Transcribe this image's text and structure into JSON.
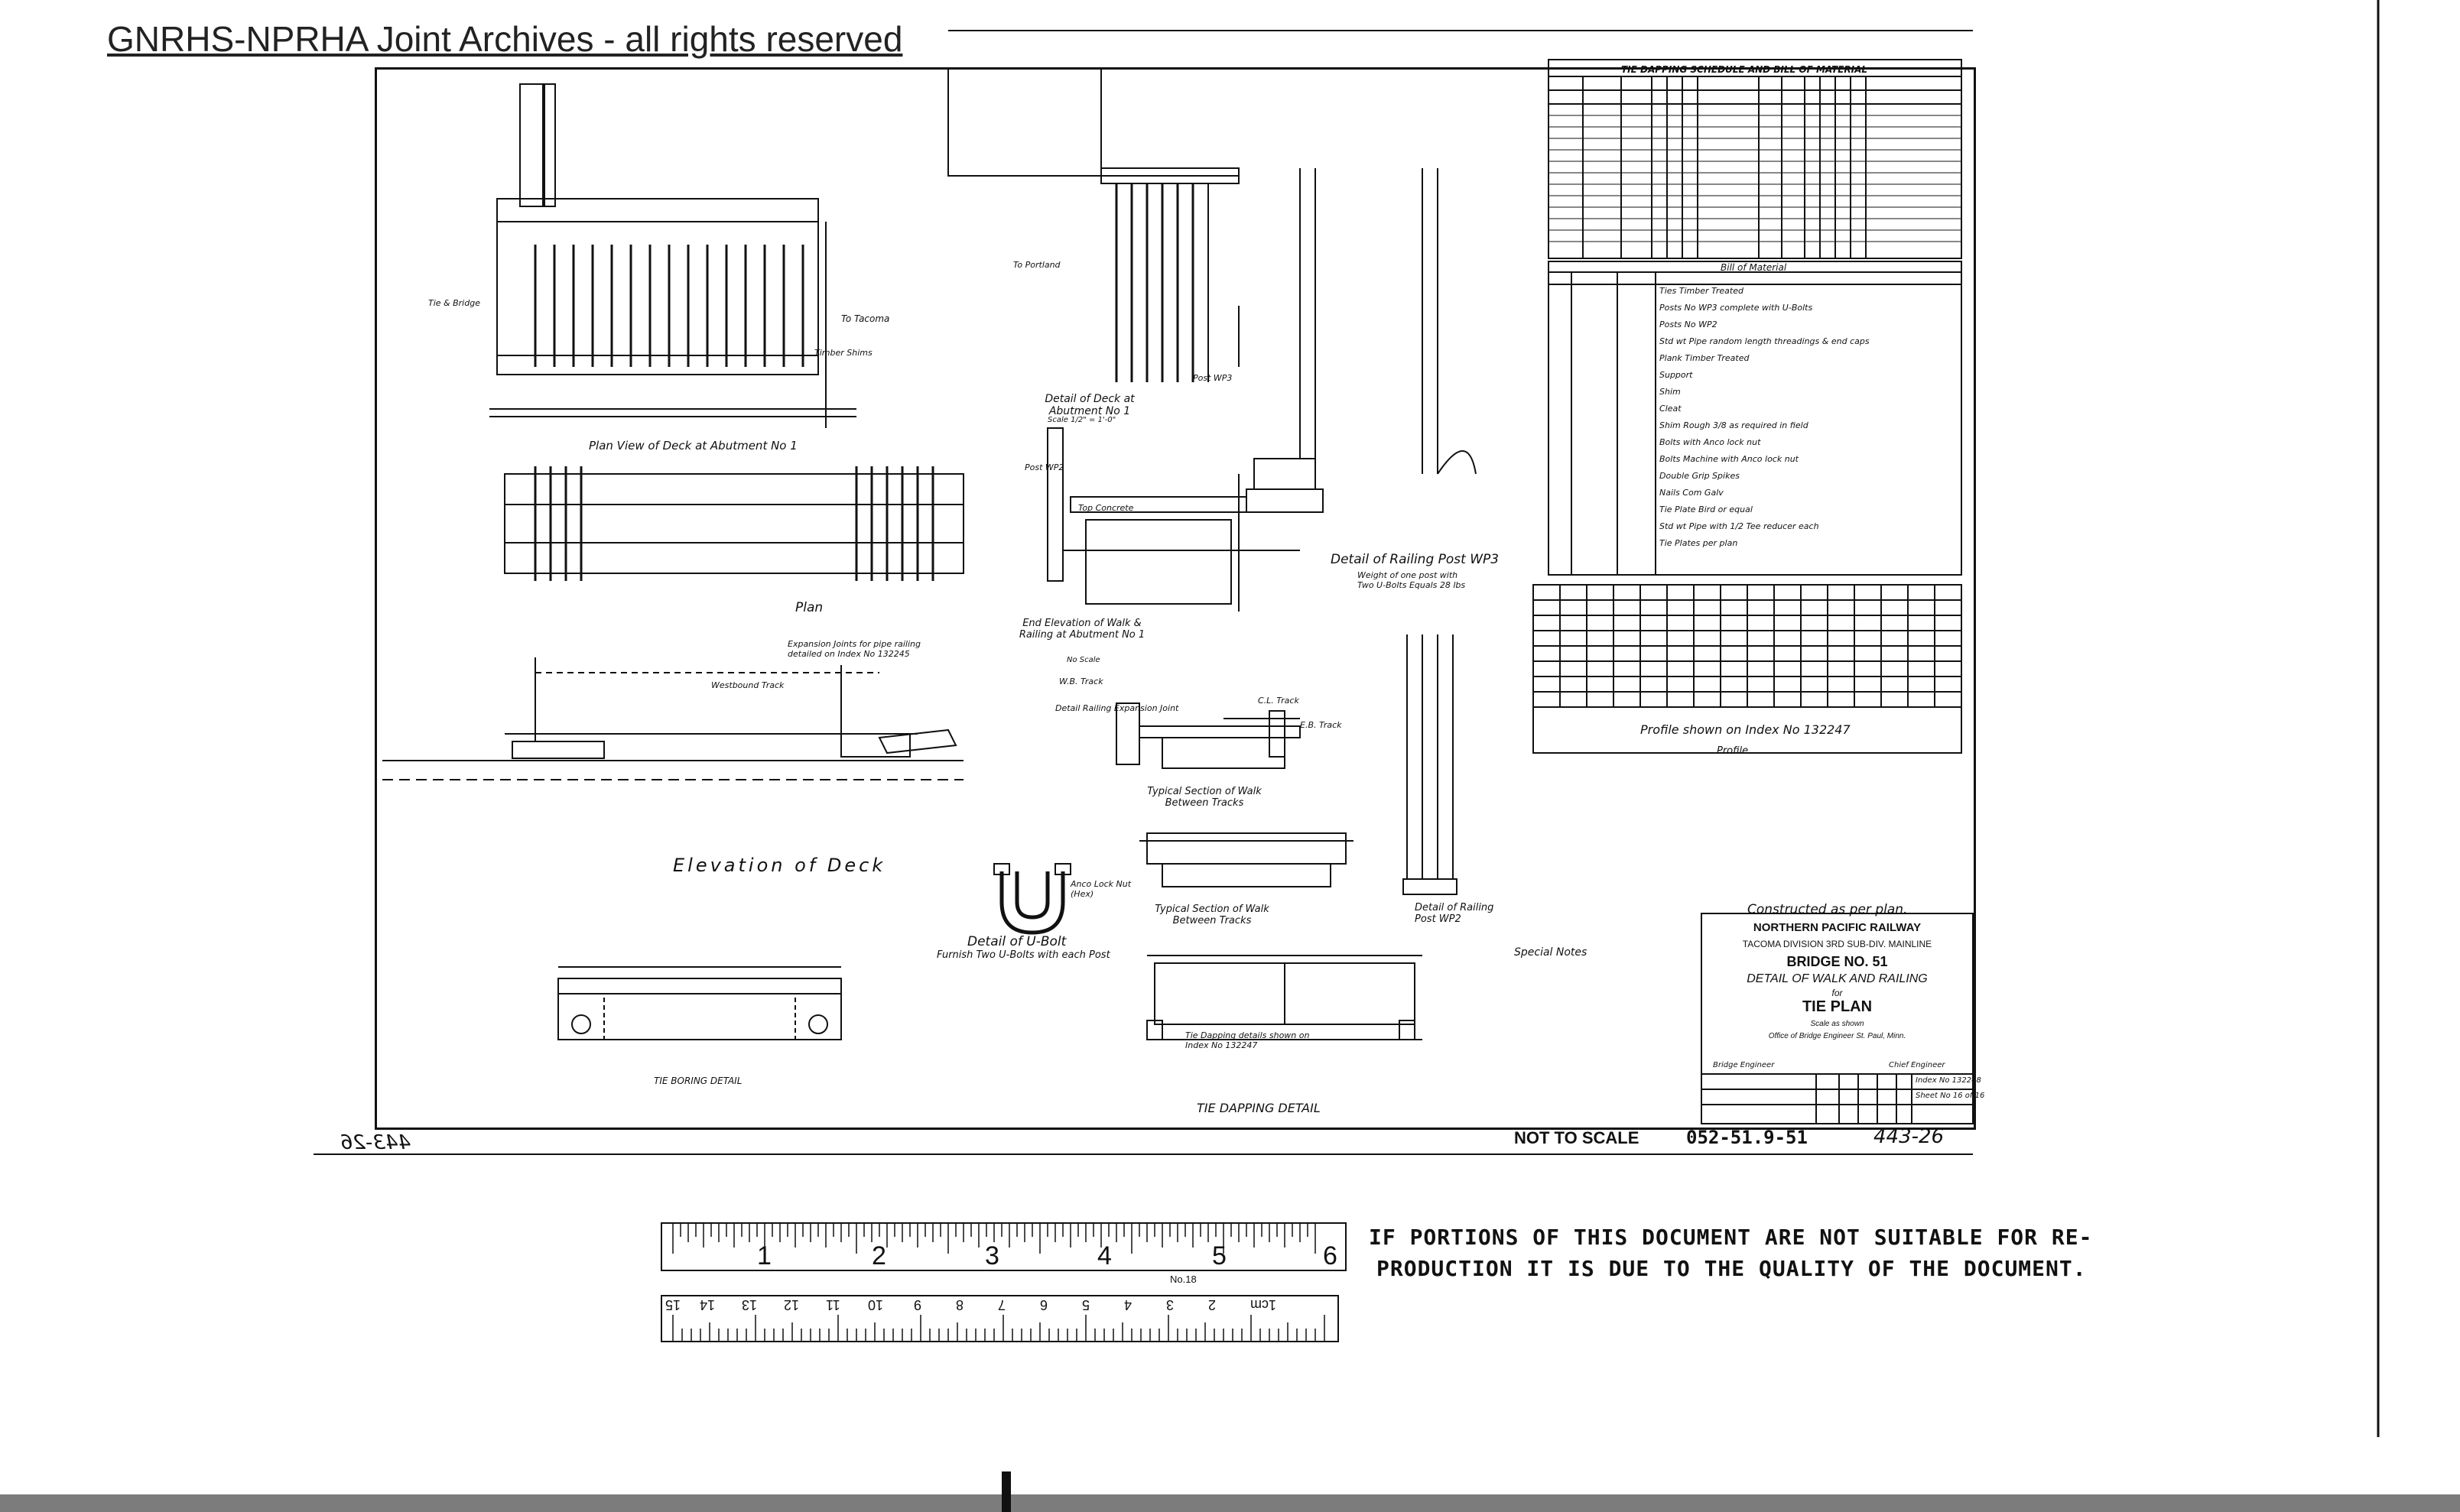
{
  "watermark": "GNRHS-NPRHA Joint Archives - all rights reserved",
  "titles": {
    "plan_view": "Plan View of Deck at Abutment No 1",
    "plan": "Plan",
    "elevation": "Elevation of Deck",
    "detail_deck": "Detail of Deck at Abutment No 1",
    "end_elevation": "End Elevation of Walk & Railing at Abutment No 1",
    "typical_section_walk": "Typical Section of Walk Between Tracks",
    "typical_section_walk2": "Typical Section of Walk Between Tracks",
    "detail_railing_wp3": "Detail of Railing Post WP3",
    "detail_railing_wp2": "Detail of Railing Post WP2",
    "detail_ubolt": "Detail of U-Bolt",
    "ubolt_note": "Furnish Two U-Bolts with each Post",
    "tie_boring": "TIE BORING DETAIL",
    "tie_dapping": "TIE DAPPING DETAIL",
    "special_notes": "Special Notes",
    "profile": "Profile",
    "profile_shown": "Profile shown on Index No 132247",
    "constructed": "Constructed as per plan.",
    "tie_schedule": "TIE DAPPING SCHEDULE AND BILL OF MATERIAL",
    "bill_of_material": "Bill of Material"
  },
  "labels": {
    "tacoma": "To Tacoma",
    "portland": "To Portland",
    "wb_track": "W.B. Track",
    "eb_track": "E.B. Track",
    "cl_track": "C.L. Track",
    "tie_bridge": "Tie & Bridge",
    "timber_shims": "Timber Shims",
    "post_wp3": "Post WP3",
    "post_wp2": "Post WP2",
    "anco_lock": "Anco Lock Nut (Hex)",
    "dapping_details": "Tie Dapping details shown on Index No 132247",
    "exp_joints": "Expansion Joints for pipe railing detailed on Index No 132245",
    "detail_railing_exp": "Detail Railing Expansion Joint",
    "weight_note": "Weight of one post with Two U-Bolts Equals 28 lbs",
    "west_track": "Westbound Track",
    "top_concrete": "Top Concrete",
    "scale_12": "Scale 1/2\" = 1'-0\"",
    "no_scale": "No Scale"
  },
  "title_block": {
    "railway": "NORTHERN PACIFIC RAILWAY",
    "division": "TACOMA DIVISION 3RD SUB-DIV. MAINLINE",
    "bridge": "BRIDGE NO. 51",
    "subject_1": "DETAIL OF WALK AND RAILING",
    "subject_2": "for",
    "subject_3": "TIE PLAN",
    "scale": "Scale as shown",
    "office": "Office of Bridge Engineer St. Paul, Minn.",
    "engineer": "Bridge Engineer",
    "chief": "Chief Engineer",
    "index": "Index No 132248",
    "sheet": "Sheet No 16 of 16",
    "not_to_scale": "NOT TO SCALE",
    "drawing_no": "052-51.9-51",
    "sheet_ref": "443-26",
    "sheet_ref_mirror": "443-26"
  },
  "ruler": {
    "inches": [
      "1",
      "2",
      "3",
      "4",
      "5",
      "6"
    ],
    "cm": [
      "1cm",
      "2",
      "3",
      "4",
      "5",
      "6",
      "7",
      "8",
      "9",
      "10",
      "11",
      "12",
      "13",
      "14",
      "15"
    ],
    "model": "No.18"
  },
  "notice": {
    "line1": "IF PORTIONS OF THIS DOCUMENT ARE NOT SUITABLE FOR RE-",
    "line2": "PRODUCTION IT IS DUE TO THE QUALITY OF THE DOCUMENT."
  },
  "bill_rows": [
    "Ties Timber Treated",
    "Posts No WP3 complete with U-Bolts",
    "Posts No WP2",
    "Std wt Pipe random length threadings & end caps",
    "Plank Timber Treated",
    "Support",
    "Shim",
    "Cleat",
    "Shim Rough 3/8 as required in field",
    "Bolts with Anco lock nut",
    "Bolts Machine with Anco lock nut",
    "Double Grip Spikes",
    "Nails Com Galv",
    "Tie Plate Bird or equal",
    "Std wt Pipe with 1/2 Tee reducer each",
    "Tie Plates per plan"
  ]
}
